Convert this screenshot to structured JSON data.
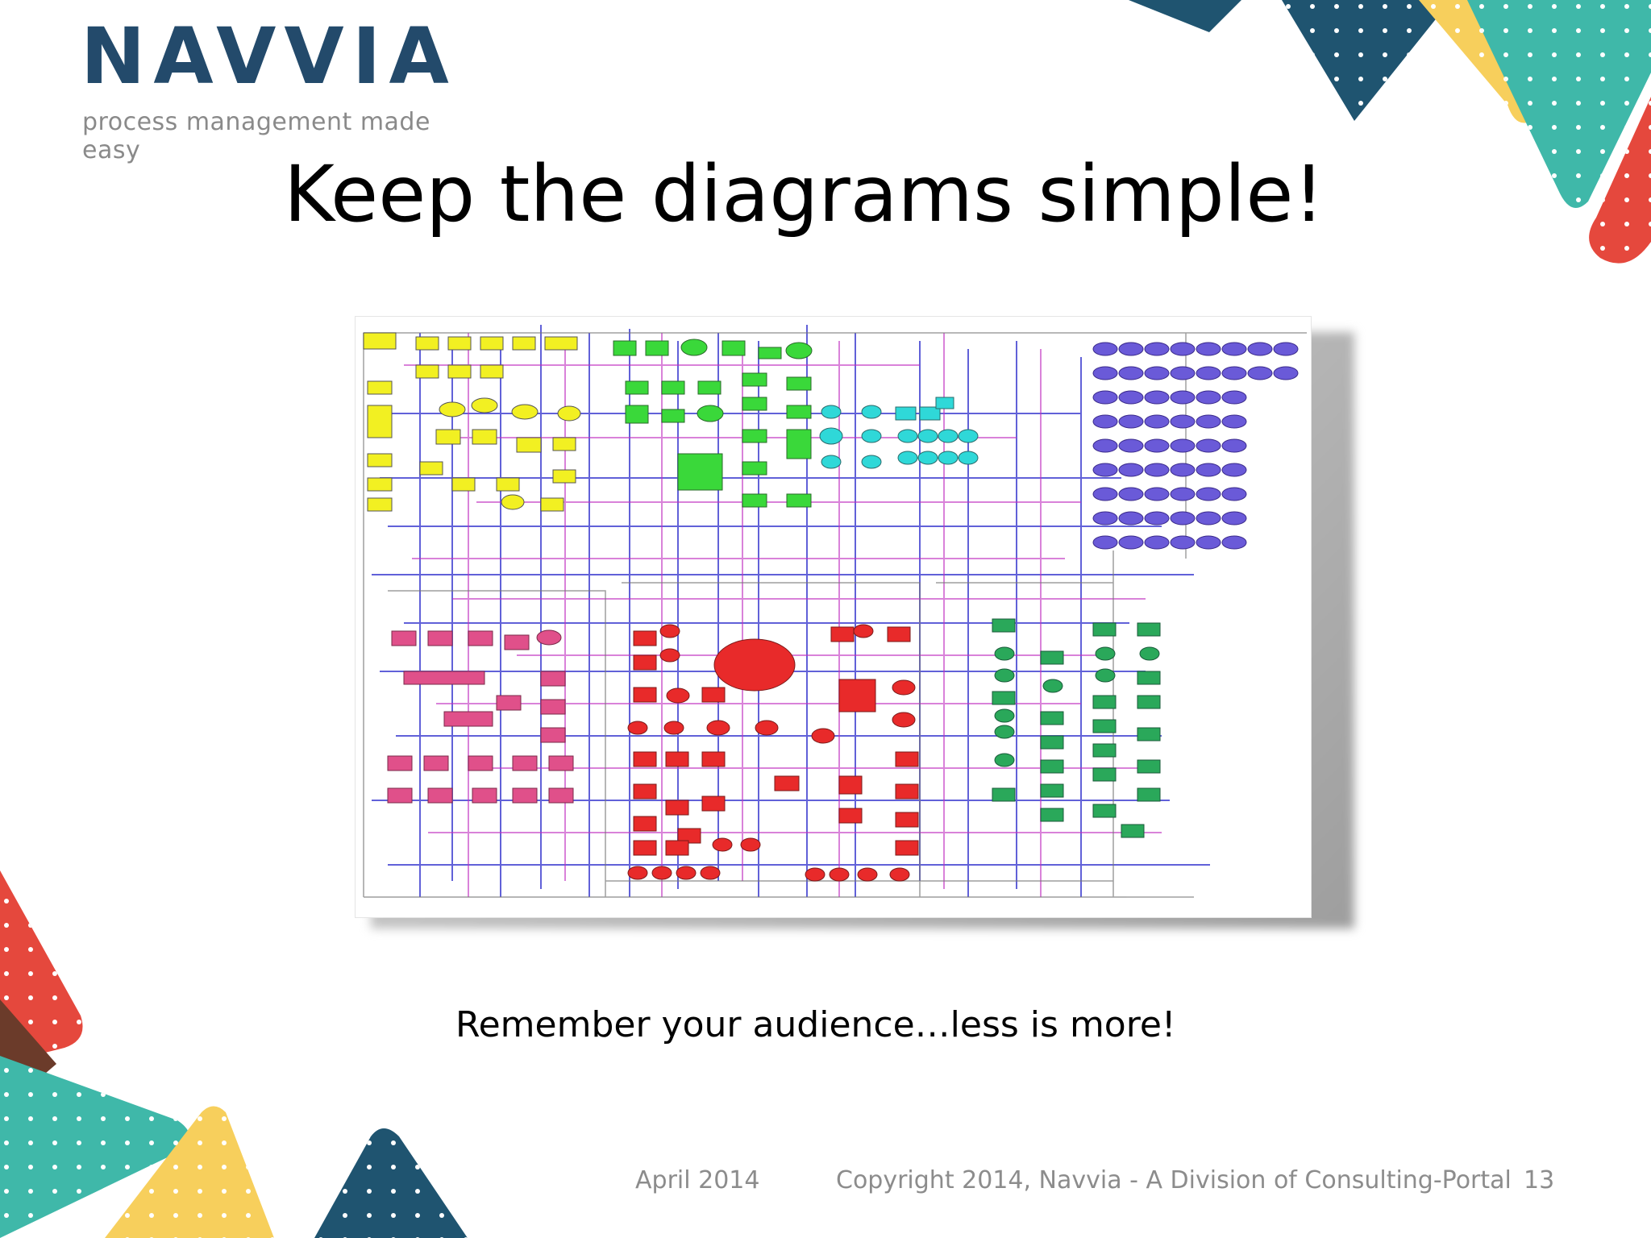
{
  "logo": {
    "wordmark": "NAVVIA",
    "tagline": "process management made easy"
  },
  "slide": {
    "title": "Keep the diagrams simple!",
    "caption": "Remember your audience…less is more!"
  },
  "footer": {
    "date": "April 2014",
    "copyright": "Copyright 2014, Navvia - A Division of Consulting-Portal",
    "page_number": "13"
  },
  "colors": {
    "navy": "#1f5470",
    "teal": "#3fb8a9",
    "yellow": "#f7cf5c",
    "red": "#e5483d",
    "brown": "#6b3b2a",
    "logo_text": "#234a6b"
  },
  "diagram_image": {
    "regions": [
      "yellow-cluster",
      "green-cluster",
      "cyan-cluster",
      "blue-grid",
      "pink-cluster",
      "red-cluster",
      "green-right-cluster"
    ]
  }
}
